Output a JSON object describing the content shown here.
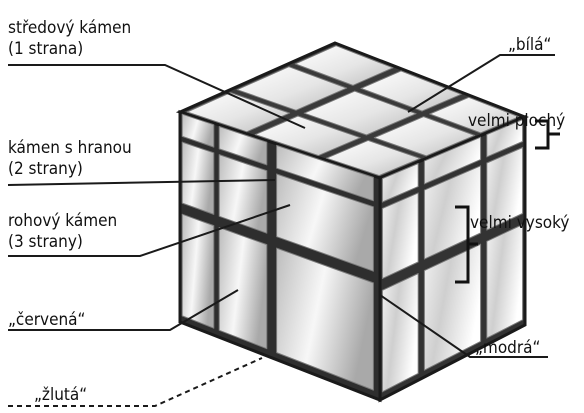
{
  "labels": {
    "center_piece": [
      "středový kámen",
      "(1 strana)"
    ],
    "edge_piece": [
      "kámen s hranou",
      "(2 strany)"
    ],
    "corner_piece": [
      "rohový kámen",
      "(3 strany)"
    ],
    "white": "„bílá“",
    "red": "„červená“",
    "yellow": "„žlutá“",
    "blue": "„modrá“",
    "very_flat": "velmi plochý",
    "very_tall": "velmi vysoký"
  },
  "colors": {
    "stroke": "#1a1a1a",
    "tile_light": "#f4f4f4",
    "tile_mid": "#c9c9c9",
    "tile_dark": "#9a9a9a",
    "background": "#ffffff"
  }
}
